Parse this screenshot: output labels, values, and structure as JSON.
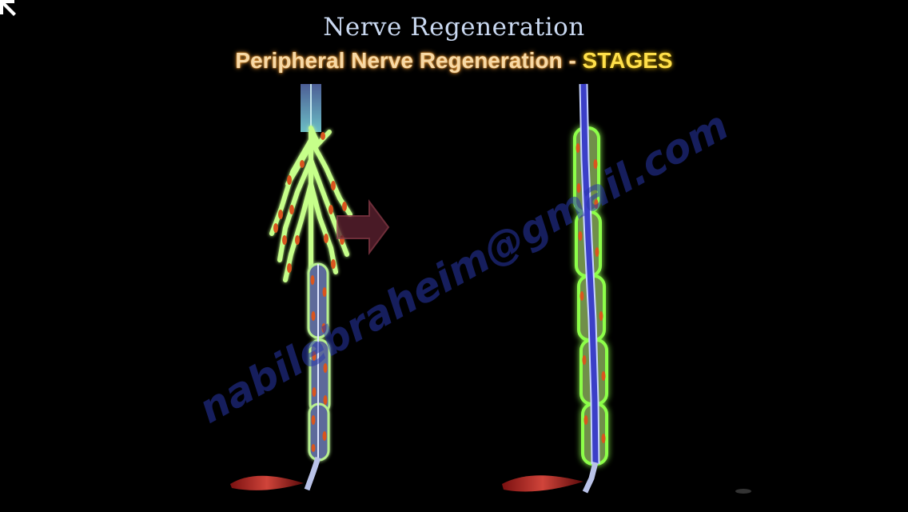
{
  "slide": {
    "title": "Nerve Regeneration",
    "subtitle_main": "Peripheral Nerve Regeneration - ",
    "subtitle_accent": "STAGES",
    "watermark": "nabilebraheim@gmail.com"
  },
  "colors": {
    "background": "#000000",
    "title": "#c9d8f0",
    "subtitle": "#f7d9a6",
    "accent": "#ffe04a",
    "axon_sprout": "#c6ff8a",
    "schwann_glow": "#7ee83a",
    "axon_core": "#3b3fc7",
    "nucleus": "#d9551e",
    "muscle": "#c0302a",
    "arrow": "#7a2f3a"
  },
  "icons": {
    "corner": "resize-corner-icon",
    "arrow": "double-arrow-icon"
  }
}
